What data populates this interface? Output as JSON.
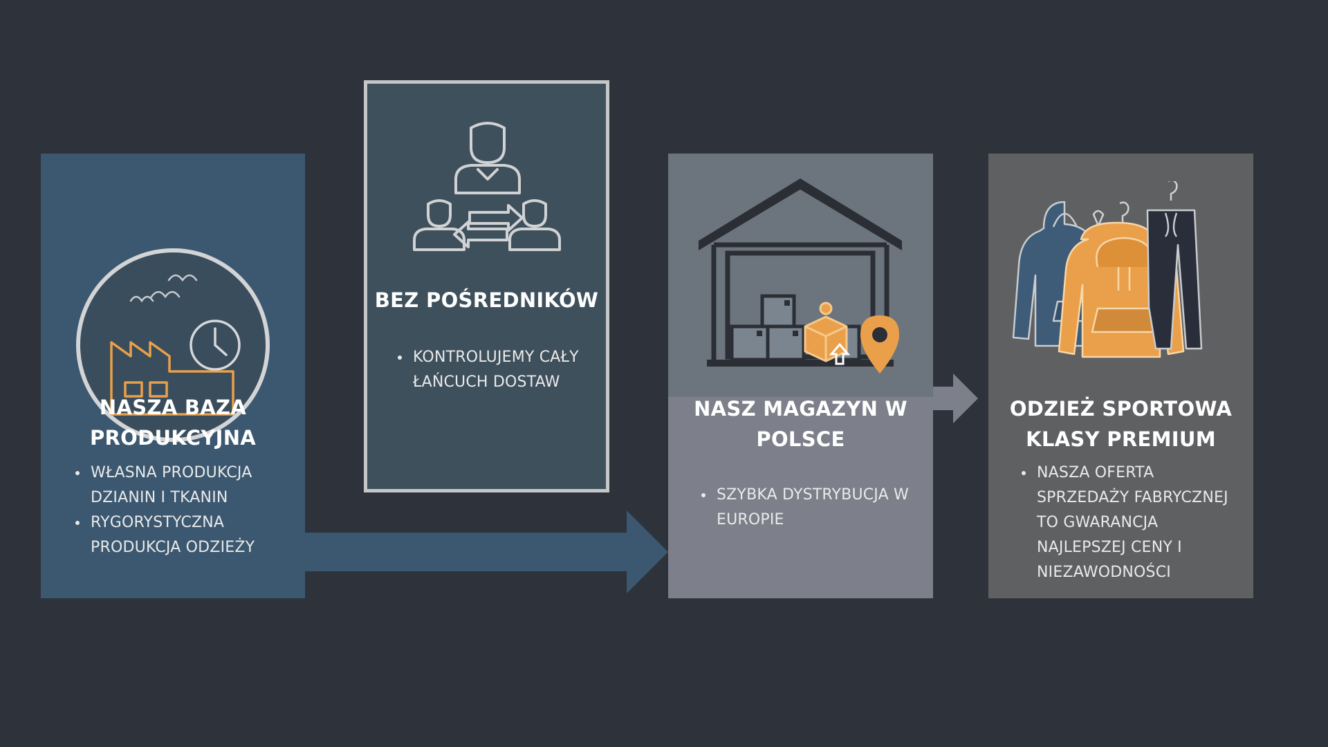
{
  "cards": [
    {
      "title": "NASZA BAZA PRODUKCYJNA",
      "bullets": [
        "WŁASNA PRODUKCJA DZIANIN I TKANIN",
        "RYGORYSTYCZNA PRODUKCJA ODZIEŻY"
      ],
      "icon": "factory-icon"
    },
    {
      "title": "BEZ POŚREDNIKÓW",
      "bullets": [
        "KONTROLUJEMY CAŁY ŁAŃCUCH DOSTAW"
      ],
      "icon": "people-exchange-icon"
    },
    {
      "title": "NASZ MAGAZYN W POLSCE",
      "bullets": [
        "SZYBKA DYSTRYBUCJA W EUROPIE"
      ],
      "icon": "warehouse-icon"
    },
    {
      "title": "ODZIEŻ SPORTOWA KLASY PREMIUM",
      "bullets": [
        "NASZA OFERTA SPRZEDAŻY FABRYCZNEJ TO GWARANCJA NAJLEPSZEJ CENY I NIEZAWODNOŚCI"
      ],
      "icon": "sportswear-icon"
    }
  ],
  "colors": {
    "background": "#2e323a",
    "card_production": "#3b5870",
    "card_intermediaries": "#3e505c",
    "card_warehouse": "#7d808a",
    "card_premium": "#5f6062",
    "accent_orange": "#eaa04a",
    "arrow_blue": "#3b5870",
    "arrow_grey": "#7d808a"
  }
}
